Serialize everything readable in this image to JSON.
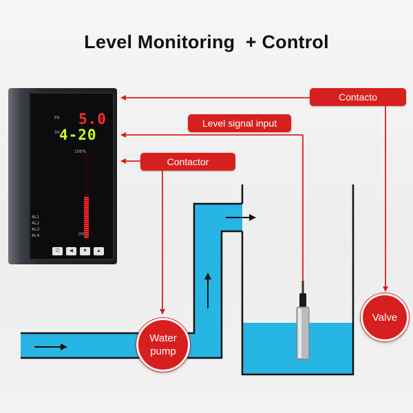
{
  "title": "Level Monitoring  + Control",
  "callouts": {
    "top": "Contacto",
    "signal": "Level signal input",
    "contactor": "Contactor"
  },
  "pump_label": "Water\npump",
  "valve_label": "Valve",
  "controller": {
    "pv_label": "PV",
    "pv_value": "5.0",
    "sv_label": "SV",
    "sv_value": "4-20",
    "scale_top": "100%",
    "scale_bottom": "0%",
    "alarms": [
      "AL1",
      "AL2",
      "AL3",
      "AL4"
    ],
    "bar_level": 0.48
  },
  "colors": {
    "accent_red": "#d81f1f",
    "water": "#27b6e3",
    "pv_display": "#ff2b2b",
    "sv_display": "#c6ff2a"
  }
}
